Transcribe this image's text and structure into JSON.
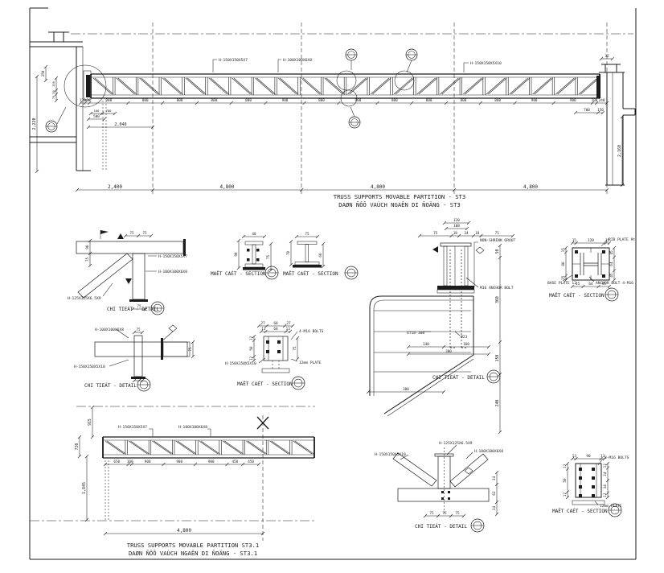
{
  "drawing": {
    "title_st3": {
      "en": "TRUSS SUPPORTS MOVABLE PARTITION - ST3",
      "vn": "DAØN ÑÔÕ VAÙCH NGAÊN DI ÑOÄNG - ST3"
    },
    "title_st31": {
      "en": "TRUSS SUPPORTS MOVABLE PARTITION  ST3.1",
      "vn": "DAØN ÑÔÕ VAÙCH NGAÊN DI ÑOÄNG - ST3.1"
    },
    "detail_title": "CHI TIEÁT - DETAIL",
    "section_title": "MAËT CAÉT - SECTION"
  },
  "marks": {
    "m1": "H-150X150X5X7",
    "m2": "H-100X100X6X8",
    "m3": "H-150X150X5X10",
    "m4": "H-125X125X6.5X9"
  },
  "notes": {
    "grout": "NON-SHRINK GROUT",
    "anchor": "M16 ANCHOR BOLT",
    "anchor4": "ANCHOR BOLT 4-M16",
    "rib": "RIB PLATE 9t",
    "base": "BASE PLATE 12",
    "bolts4": "4-M16 BOLTS",
    "bolts8": "8-M16 BOLTS",
    "plate12": "12mm PLATE",
    "rebar": "4T18-300",
    "dia": "Ø23"
  },
  "dims": {
    "t_chain": [
      "110",
      "100",
      "900",
      "800",
      "800",
      "800",
      "800",
      "900",
      "800",
      "900",
      "800",
      "800",
      "800",
      "800",
      "900",
      "900",
      "100",
      "240"
    ],
    "t_spans": [
      "2,400",
      "4,800",
      "4,800",
      "4,800"
    ],
    "t_500": [
      "500"
    ],
    "t_2040": [
      "2,040"
    ],
    "t_100": [
      "100"
    ],
    "t_780": [
      "780"
    ],
    "t_250": [
      "250"
    ],
    "t_lv2": [
      "150",
      "50",
      "75"
    ],
    "t_2220": [
      "2,220"
    ],
    "t_32": [
      "32"
    ],
    "t_2160": [
      "2,160"
    ],
    "t_700": [
      "700",
      "150"
    ],
    "b_chain": [
      "650",
      "100",
      "900",
      "900",
      "900",
      "450",
      "450"
    ],
    "b_4800": [
      "4,800"
    ],
    "b_915": [
      "915"
    ],
    "b_720": [
      "720"
    ],
    "b_1845": [
      "1,845"
    ],
    "a_top": [
      "75",
      "75"
    ],
    "a_left": [
      "90",
      "75"
    ],
    "a_bot": [
      "75"
    ],
    "s1_top": [
      "40"
    ],
    "s1_left": [
      "90"
    ],
    "s1_right": [
      "75"
    ],
    "s2_top": [
      "75"
    ],
    "s2_left": [
      "70"
    ],
    "s2_right": [
      "60"
    ],
    "bd_top": [
      "75"
    ],
    "bd_bot": [
      "75"
    ],
    "bd_right": [
      "75"
    ],
    "s3_row1": [
      "27",
      "60",
      "27"
    ],
    "s3_row2": [
      "13",
      "60",
      "13"
    ],
    "s3_left": [
      "12",
      "50",
      "12"
    ],
    "s3_right": [
      "75"
    ],
    "c_120": [
      "120"
    ],
    "c_108": [
      "108"
    ],
    "c_row": [
      "75",
      "18",
      "34",
      "18",
      "75"
    ],
    "c_rv": [
      "50",
      "360",
      "150",
      "240"
    ],
    "c_b1": [
      "140",
      "160"
    ],
    "c_b2": [
      "300"
    ],
    "c_b3": [
      "380"
    ],
    "s4_top": [
      "15",
      "120",
      "15"
    ],
    "s4_left": [
      "15",
      "80",
      "15"
    ],
    "s4_bot": [
      "45",
      "64",
      "45"
    ],
    "s4_right": [
      "45",
      "64",
      "45"
    ],
    "d_bot": [
      "75",
      "75",
      "75"
    ],
    "d_right": [
      "34",
      "62",
      "34"
    ],
    "s5_top": [
      "13",
      "90",
      "13"
    ],
    "s5_left": [
      "12",
      "50",
      "12"
    ],
    "s5_right": [
      "12",
      "34",
      "34",
      "12"
    ]
  }
}
